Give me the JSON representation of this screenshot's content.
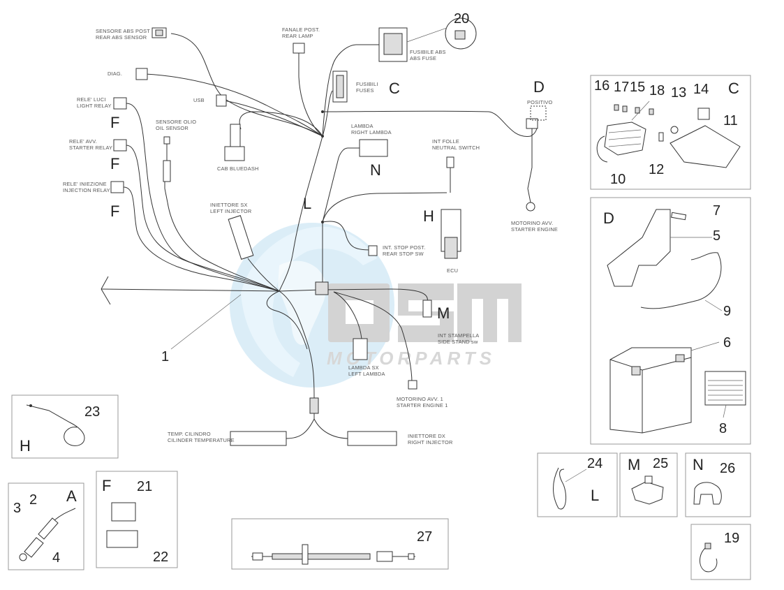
{
  "watermark": {
    "brand": "OSM",
    "sub": "MOTORPARTS"
  },
  "harness_labels": [
    {
      "id": "rear-abs-sensor",
      "lines": [
        "SENSORE ABS POST",
        "REAR ABS SENSOR"
      ]
    },
    {
      "id": "rear-lamp",
      "lines": [
        "FANALE POST.",
        "REAR LAMP"
      ]
    },
    {
      "id": "abs-fuse",
      "lines": [
        "FUSIBILE ABS",
        "ABS FUSE"
      ]
    },
    {
      "id": "diag",
      "lines": [
        "DIAG."
      ]
    },
    {
      "id": "fuses",
      "lines": [
        "FUSIBILI",
        "FUSES"
      ]
    },
    {
      "id": "light-relay",
      "lines": [
        "RELE' LUCI",
        "LIGHT RELAY"
      ]
    },
    {
      "id": "usb",
      "lines": [
        "USB"
      ]
    },
    {
      "id": "positive",
      "lines": [
        "POSITIVO"
      ]
    },
    {
      "id": "oil-sensor",
      "lines": [
        "SENSORE OLIO",
        "OIL SENSOR"
      ]
    },
    {
      "id": "right-lambda",
      "lines": [
        "LAMBDA",
        "RIGHT LAMBDA"
      ]
    },
    {
      "id": "starter-relay",
      "lines": [
        "RELE' AVV.",
        "STARTER RELAY"
      ]
    },
    {
      "id": "cab-bluedash",
      "lines": [
        "CAB BLUEDASH"
      ]
    },
    {
      "id": "neutral-switch",
      "lines": [
        "INT FOLLE",
        "NEUTRAL SWITCH"
      ]
    },
    {
      "id": "injection-relay",
      "lines": [
        "RELE' INIEZIONE",
        "INJECTION RELAY"
      ]
    },
    {
      "id": "left-injector",
      "lines": [
        "INIETTORE SX",
        "LEFT INJECTOR"
      ]
    },
    {
      "id": "starter-engine",
      "lines": [
        "MOTORINO AVV.",
        "STARTER ENGINE"
      ]
    },
    {
      "id": "rear-stop-sw",
      "lines": [
        "INT. STOP POST.",
        "REAR STOP SW"
      ]
    },
    {
      "id": "ecu",
      "lines": [
        "ECU"
      ]
    },
    {
      "id": "side-stand-sw",
      "lines": [
        "INT STAMPELLA",
        "SIDE STAND sw"
      ]
    },
    {
      "id": "left-lambda",
      "lines": [
        "LAMBDA  SX",
        "LEFT LAMBDA"
      ]
    },
    {
      "id": "starter-engine-1",
      "lines": [
        "MOTORINO AVV. 1",
        "STARTER ENGINE 1"
      ]
    },
    {
      "id": "cylinder-temp",
      "lines": [
        "TEMP. CILINDRO",
        "CILINDER TEMPERATURE"
      ]
    },
    {
      "id": "right-injector",
      "lines": [
        "INIETTORE DX",
        "RIGHT INJECTOR"
      ]
    }
  ],
  "letters": {
    "c_main": "C",
    "d_main": "D",
    "f1": "F",
    "f2": "F",
    "f3": "F",
    "n_main": "N",
    "l_main": "L",
    "h_main": "H",
    "m_main": "M",
    "c_box": "C",
    "d_box": "D",
    "h_box": "H",
    "a_box": "A",
    "f_box": "F",
    "l_box": "L",
    "m_box": "M",
    "n_box": "N"
  },
  "part_numbers": [
    "1",
    "2",
    "3",
    "4",
    "5",
    "6",
    "7",
    "8",
    "9",
    "10",
    "11",
    "12",
    "13",
    "14",
    "15",
    "16",
    "17",
    "18",
    "19",
    "20",
    "21",
    "22",
    "23",
    "24",
    "25",
    "26",
    "27"
  ]
}
